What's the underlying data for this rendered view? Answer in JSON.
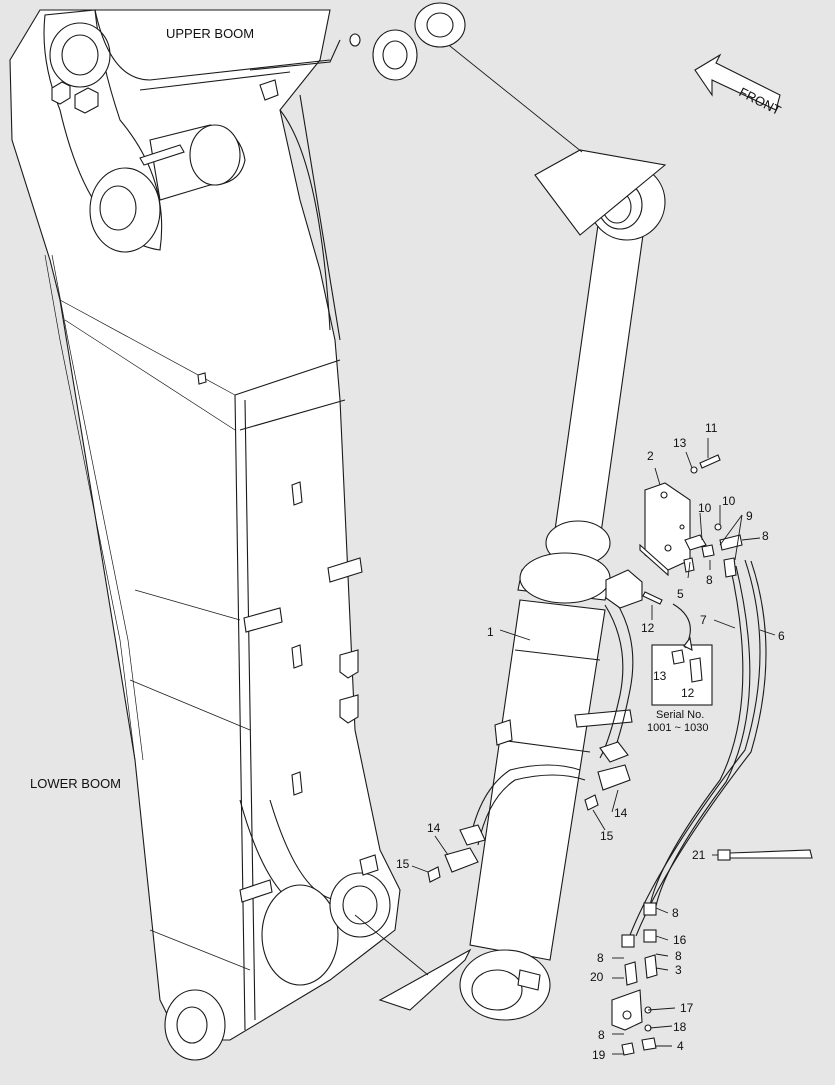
{
  "labels": {
    "upper_boom": "UPPER BOOM",
    "lower_boom": "LOWER BOOM",
    "front": "FRONT",
    "serial_line1": "Serial No.",
    "serial_line2": "1001 ~ 1030"
  },
  "callouts": [
    {
      "id": "c1",
      "text": "1"
    },
    {
      "id": "c2",
      "text": "2"
    },
    {
      "id": "c3",
      "text": "3"
    },
    {
      "id": "c4",
      "text": "4"
    },
    {
      "id": "c5",
      "text": "5"
    },
    {
      "id": "c6",
      "text": "6"
    },
    {
      "id": "c7",
      "text": "7"
    },
    {
      "id": "c8a",
      "text": "8"
    },
    {
      "id": "c8b",
      "text": "8"
    },
    {
      "id": "c8c",
      "text": "8"
    },
    {
      "id": "c8d",
      "text": "8"
    },
    {
      "id": "c8e",
      "text": "8"
    },
    {
      "id": "c8f",
      "text": "8"
    },
    {
      "id": "c9",
      "text": "9"
    },
    {
      "id": "c10a",
      "text": "10"
    },
    {
      "id": "c10b",
      "text": "10"
    },
    {
      "id": "c11",
      "text": "11"
    },
    {
      "id": "c12a",
      "text": "12"
    },
    {
      "id": "c12b",
      "text": "12"
    },
    {
      "id": "c13a",
      "text": "13"
    },
    {
      "id": "c13b",
      "text": "13"
    },
    {
      "id": "c14a",
      "text": "14"
    },
    {
      "id": "c14b",
      "text": "14"
    },
    {
      "id": "c15a",
      "text": "15"
    },
    {
      "id": "c15b",
      "text": "15"
    },
    {
      "id": "c16",
      "text": "16"
    },
    {
      "id": "c17",
      "text": "17"
    },
    {
      "id": "c18",
      "text": "18"
    },
    {
      "id": "c19",
      "text": "19"
    },
    {
      "id": "c20",
      "text": "20"
    },
    {
      "id": "c21",
      "text": "21"
    }
  ]
}
